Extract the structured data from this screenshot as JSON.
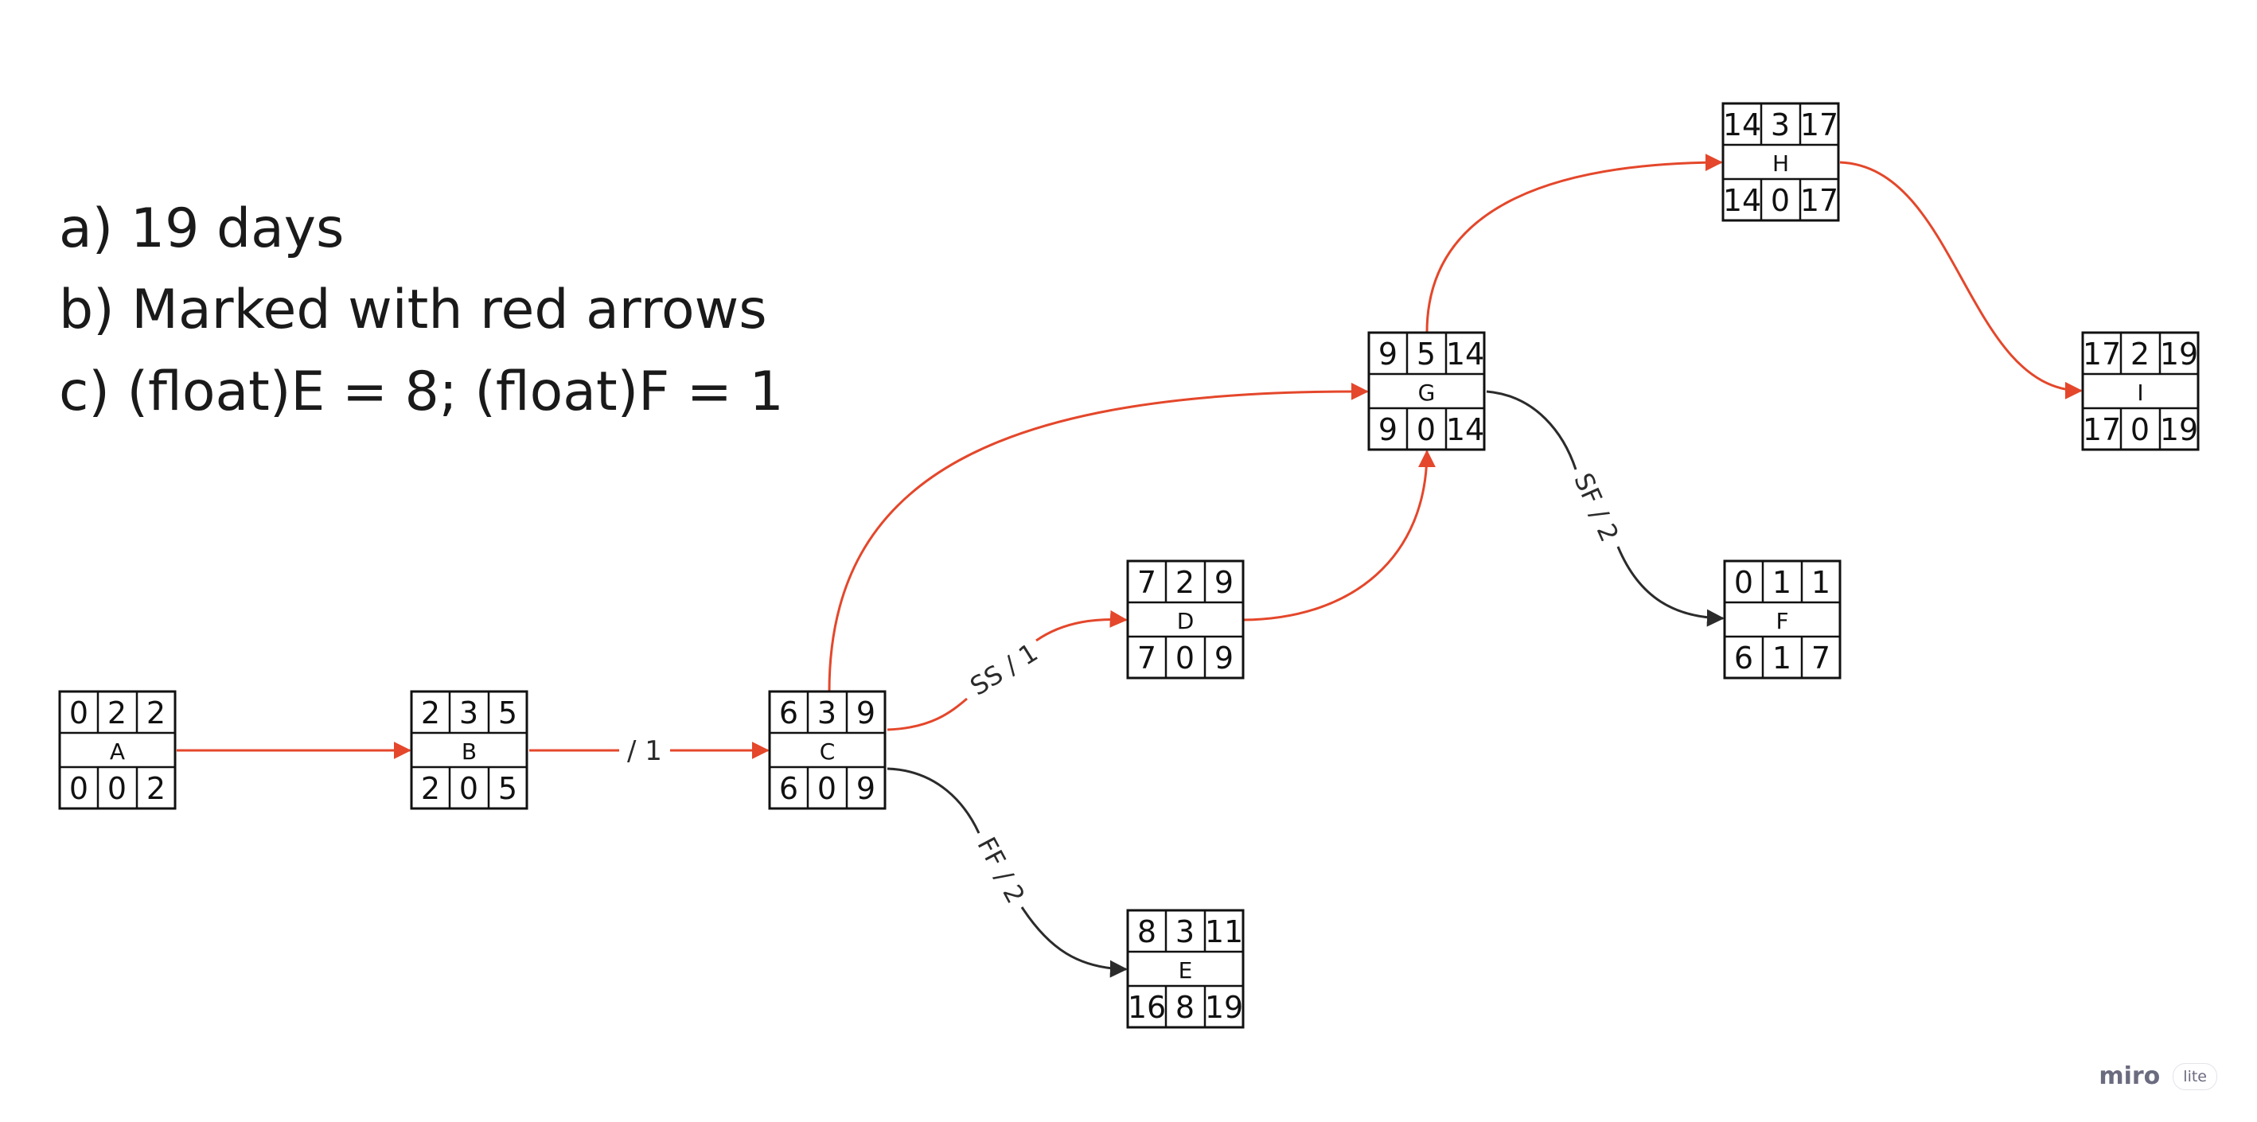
{
  "answers": {
    "a": "a) 19 days",
    "b": "b) Marked with red arrows",
    "c": "c) (float)E = 8; (float)F = 1"
  },
  "colors": {
    "critical": "#e4472b",
    "normal": "#2b2b2b",
    "box": "#111111"
  },
  "nodes": {
    "A": {
      "name": "A",
      "es": "0",
      "dur": "2",
      "ef": "2",
      "ls": "0",
      "tf": "0",
      "lf": "2"
    },
    "B": {
      "name": "B",
      "es": "2",
      "dur": "3",
      "ef": "5",
      "ls": "2",
      "tf": "0",
      "lf": "5"
    },
    "C": {
      "name": "C",
      "es": "6",
      "dur": "3",
      "ef": "9",
      "ls": "6",
      "tf": "0",
      "lf": "9"
    },
    "D": {
      "name": "D",
      "es": "7",
      "dur": "2",
      "ef": "9",
      "ls": "7",
      "tf": "0",
      "lf": "9"
    },
    "E": {
      "name": "E",
      "es": "8",
      "dur": "3",
      "ef": "11",
      "ls": "16",
      "tf": "8",
      "lf": "19"
    },
    "F": {
      "name": "F",
      "es": "0",
      "dur": "1",
      "ef": "1",
      "ls": "6",
      "tf": "1",
      "lf": "7"
    },
    "G": {
      "name": "G",
      "es": "9",
      "dur": "5",
      "ef": "14",
      "ls": "9",
      "tf": "0",
      "lf": "14"
    },
    "H": {
      "name": "H",
      "es": "14",
      "dur": "3",
      "ef": "17",
      "ls": "14",
      "tf": "0",
      "lf": "17"
    },
    "I": {
      "name": "I",
      "es": "17",
      "dur": "2",
      "ef": "19",
      "ls": "17",
      "tf": "0",
      "lf": "19"
    }
  },
  "edge_labels": {
    "b_c": "/ 1",
    "c_d": "SS / 1",
    "c_e": "FF / 2",
    "g_f": "SF / 2"
  },
  "brand": {
    "logo": "miro",
    "badge": "lite"
  }
}
